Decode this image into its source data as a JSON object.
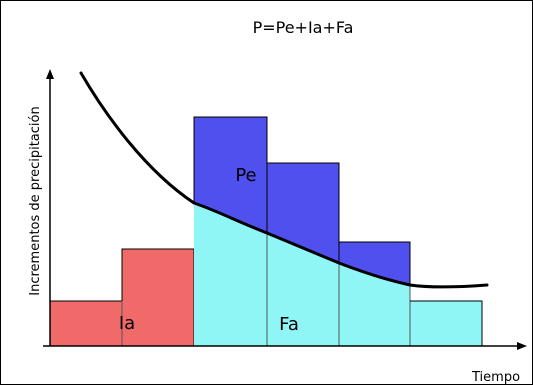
{
  "title": "P=Pe+Ia+Fa",
  "axes": {
    "ylabel": "Incrementos de precipitación",
    "xlabel": "Tiempo"
  },
  "regions": {
    "pe_label": "Pe",
    "ia_label": "Ia",
    "fa_label": "Fa"
  },
  "colors": {
    "ia": "#f06a6a",
    "fa": "#8ff5f5",
    "pe": "#5050ee",
    "outline": "#000000",
    "divider": "#555555",
    "axis": "#000000",
    "curve": "#000000"
  },
  "icons": {
    "x_axis_end": "arrow-right-icon",
    "y_axis_end": "arrow-up-icon"
  }
}
